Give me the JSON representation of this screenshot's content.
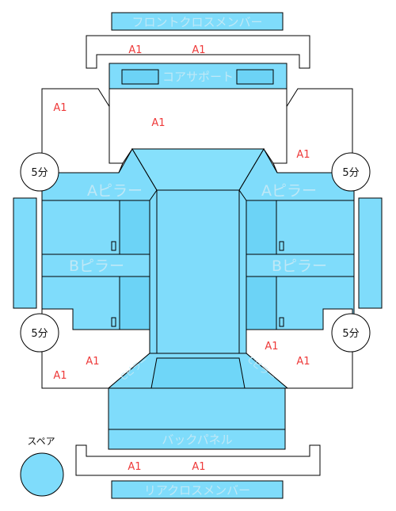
{
  "parts": {
    "front_cross_member": "フロントクロスメンバー",
    "core_support": "コアサポート",
    "a_pillar_left": "Aピラー",
    "a_pillar_right": "Aピラー",
    "b_pillar_left": "Bピラー",
    "b_pillar_right": "Bピラー",
    "back_panel": "バックパネル",
    "rear_cross_member": "リアクロスメンバー",
    "spare": "スペア",
    "c_pillar_left": "Cピラー",
    "c_pillar_right": "Cピラー"
  },
  "marks": {
    "front_left": "A1",
    "front_right": "A1",
    "left_front_fender": "A1",
    "hood": "A1",
    "right_front_fender": "A1",
    "left_rear_fender": "A1",
    "left_rear_quarter": "A1",
    "right_rear_quarter_upper": "A1",
    "right_rear_quarter_lower": "A1",
    "rear_left": "A1",
    "rear_right": "A1"
  },
  "tires": {
    "front_left": "5分",
    "front_right": "5分",
    "rear_left": "5分",
    "rear_right": "5分"
  },
  "colors": {
    "panel": "#7fdcfb",
    "label_ghost": "#bfe8f6",
    "mark_red": "#ee3a3a"
  }
}
